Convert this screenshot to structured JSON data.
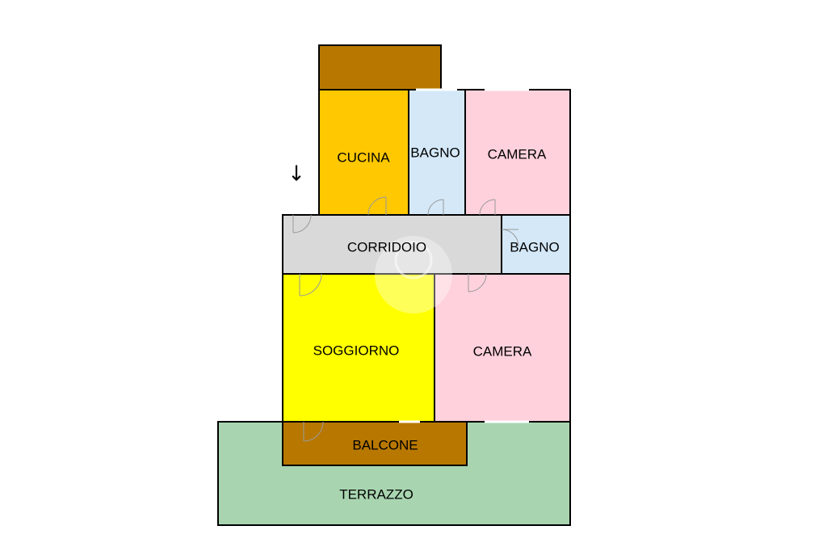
{
  "rooms": {
    "cucina": {
      "label": "CUCINA",
      "color": "#FFC800"
    },
    "bagno1": {
      "label": "BAGNO",
      "color": "#D4E8F8"
    },
    "camera1": {
      "label": "CAMERA",
      "color": "#FFD1DC"
    },
    "corridoio": {
      "label": "CORRIDOIO",
      "color": "#D9D9D9"
    },
    "bagno2": {
      "label": "BAGNO",
      "color": "#D4E8F8"
    },
    "soggiorno": {
      "label": "SOGGIORNO",
      "color": "#FFFF00"
    },
    "camera2": {
      "label": "CAMERA",
      "color": "#FFD1DC"
    },
    "balcone": {
      "label": "BALCONE",
      "color": "#B87800"
    },
    "terrazzo": {
      "label": "TERRAZZO",
      "color": "#A8D5B0"
    },
    "balcone_top": {
      "color": "#B87800"
    }
  },
  "entrance_arrow": "↓"
}
